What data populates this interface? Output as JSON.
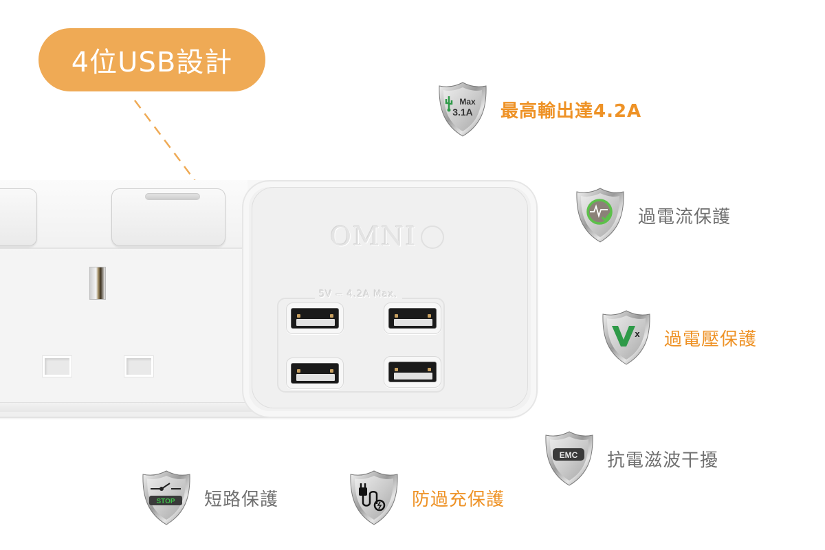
{
  "callout": {
    "label": "4位USB設計",
    "color": "#efaa55"
  },
  "product": {
    "brand": "OMNI",
    "usb_rating": "5V ⎓ 4.2A Max.",
    "usb_port_count": 4
  },
  "features": [
    {
      "id": "max-output",
      "icon": "usb-max-3.1a-shield-icon",
      "icon_text_line1": "Max",
      "icon_text_line2": "3.1A",
      "label": "最高輸出達4.2A",
      "color": "#ee9226",
      "bold": true
    },
    {
      "id": "over-current",
      "icon": "heartbeat-check-shield-icon",
      "label": "過電流保護",
      "color": "#707070"
    },
    {
      "id": "over-voltage",
      "icon": "v-x-shield-icon",
      "icon_text": "V",
      "label": "過電壓保護",
      "color": "#ee9226"
    },
    {
      "id": "emc",
      "icon": "emc-shield-icon",
      "icon_text": "EMC",
      "label": "抗電滋波干擾",
      "color": "#707070"
    },
    {
      "id": "short-circuit",
      "icon": "stop-switch-shield-icon",
      "icon_text": "STOP",
      "label": "短路保護",
      "color": "#707070"
    },
    {
      "id": "overcharge",
      "icon": "plug-lightning-shield-icon",
      "label": "防過充保護",
      "color": "#ee9226"
    }
  ],
  "colors": {
    "accent_orange": "#ee9226",
    "text_gray": "#707070",
    "icon_green": "#2e9a48"
  }
}
